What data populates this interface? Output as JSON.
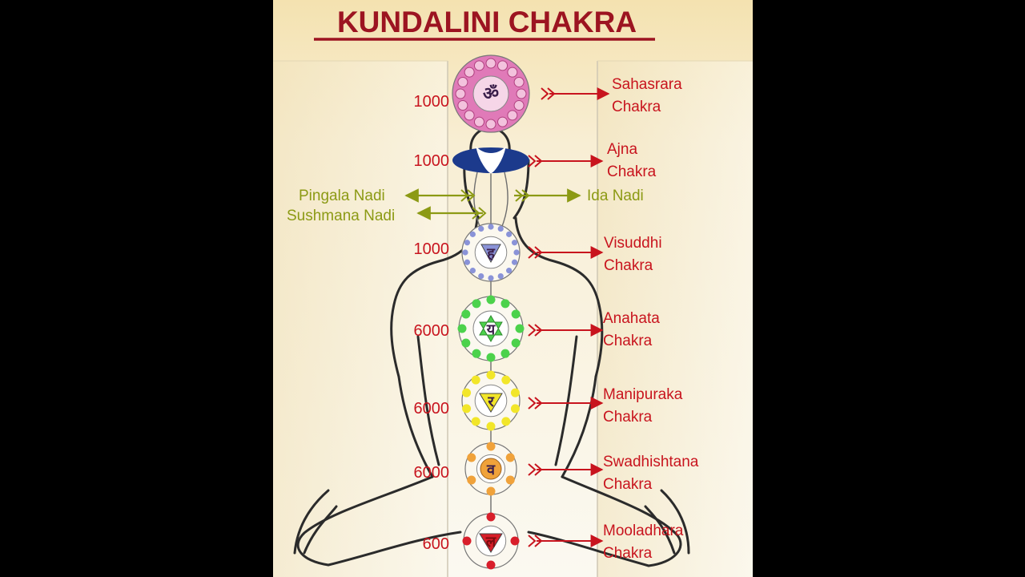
{
  "title": "KUNDALINI CHAKRA",
  "colors": {
    "background": "#000000",
    "paper_top": "#f6e6b8",
    "paper_bottom": "#fbf8ef",
    "title_red": "#9c1421",
    "label_red": "#c8141e",
    "label_green": "#8c9a14",
    "outline": "#2b2b2b"
  },
  "chakras": [
    {
      "id": "sahasrara",
      "petals": "1000",
      "name_line1": "Sahasrara",
      "name_line2": "Chakra",
      "symbol": "ॐ",
      "color": "#e07ab8"
    },
    {
      "id": "ajna",
      "petals": "1000",
      "name_line1": "Ajna",
      "name_line2": "Chakra",
      "symbol": "",
      "color": "#1c3a8c"
    },
    {
      "id": "visuddhi",
      "petals": "1000",
      "name_line1": "Visuddhi",
      "name_line2": "Chakra",
      "symbol": "ह",
      "color": "#8a93d8"
    },
    {
      "id": "anahata",
      "petals": "6000",
      "name_line1": "Anahata",
      "name_line2": "Chakra",
      "symbol": "य",
      "color": "#4cd24c"
    },
    {
      "id": "manipuraka",
      "petals": "6000",
      "name_line1": "Manipuraka",
      "name_line2": "Chakra",
      "symbol": "र",
      "color": "#f2e62a"
    },
    {
      "id": "swadhishtana",
      "petals": "6000",
      "name_line1": "Swadhishtana",
      "name_line2": "Chakra",
      "symbol": "व",
      "color": "#f0a23a"
    },
    {
      "id": "mooladhara",
      "petals": "600",
      "name_line1": "Mooladhara",
      "name_line2": "Chakra",
      "symbol": "ल",
      "color": "#d81e2a"
    }
  ],
  "nadis": {
    "pingala": "Pingala Nadi",
    "ida": "Ida Nadi",
    "sushmana": "Sushmana Nadi"
  }
}
